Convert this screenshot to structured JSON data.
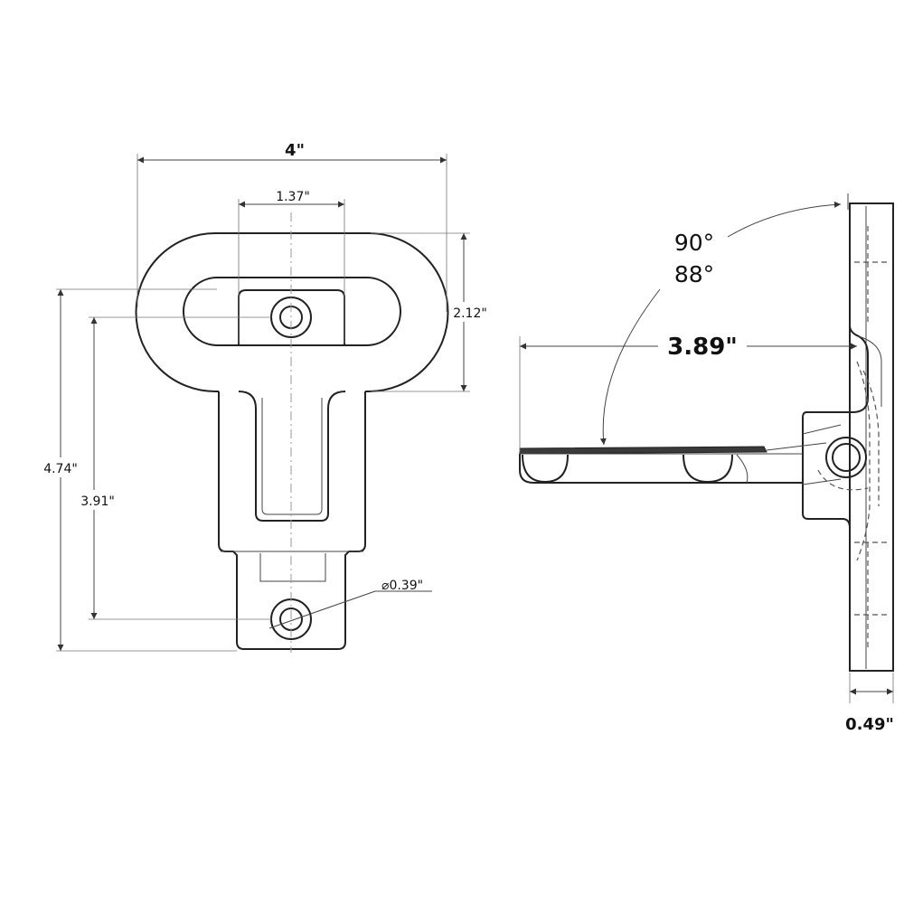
{
  "front_view": {
    "overall_width": "4\"",
    "slot_width": "1.37\"",
    "loop_height": "2.12\"",
    "overall_height": "4.74\"",
    "hole_spacing": "3.91\"",
    "hole_diameter": "0.39\"",
    "diameter_symbol": "⌀"
  },
  "side_view": {
    "angle_primary": "90°",
    "angle_secondary": "88°",
    "reach": "3.89\"",
    "thickness": "0.49\""
  }
}
